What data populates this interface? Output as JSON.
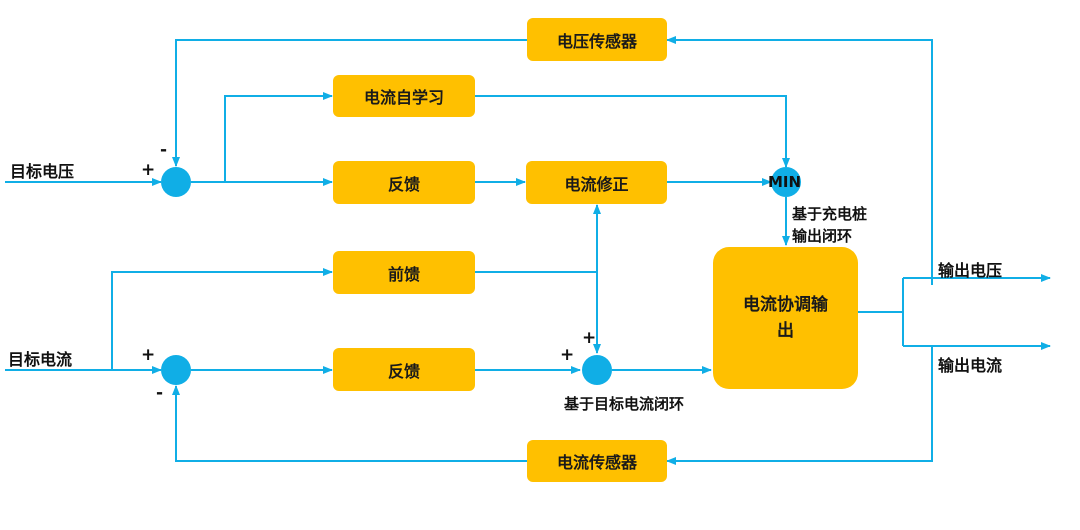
{
  "colors": {
    "line": "#10aee6",
    "block": "#ffc000",
    "node": "#10aee6"
  },
  "blocks": {
    "voltage_sensor": "电压传感器",
    "current_self_learning": "电流自学习",
    "feedback_upper": "反馈",
    "current_correction": "电流修正",
    "feedforward": "前馈",
    "feedback_lower": "反馈",
    "current_coordination_output": "电流协调输出",
    "current_sensor": "电流传感器"
  },
  "labels": {
    "target_voltage": "目标电压",
    "target_current": "目标电流",
    "min": "MIN",
    "charging_pile_loop_line1": "基于充电桩",
    "charging_pile_loop_line2": "输出闭环",
    "target_current_loop": "基于目标电流闭环",
    "output_voltage": "输出电压",
    "output_current": "输出电流"
  },
  "signs": {
    "plus": "+",
    "minus": "-"
  }
}
